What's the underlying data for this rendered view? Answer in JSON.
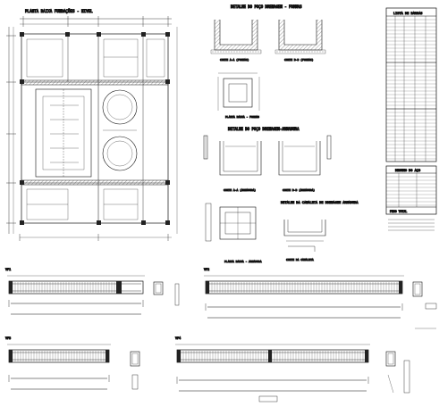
{
  "titles": {
    "plan": "PLANTA BAIXA FUNDAÇÕES - NIVEL",
    "well_forms": "DETALHE DO POÇO DRENAGEM - FORMAS",
    "well_rebar": "DETALHE DO POÇO DRENAGEM-ARMADURA",
    "channel": "DETALHE DA CANALETA DE DRENAGEM ARMADURA",
    "steel_list": "LISTA DE BARRAS",
    "steel_summary": "RESUMO DO AÇO"
  },
  "labels": {
    "cut_a": "CORTE A-A (FORMAS)",
    "cut_b": "CORTE B-B (FORMAS)",
    "plan_forms": "PLANTA BAIXA - FORMAS",
    "cut_a_rebar": "CORTE A-A (ARMADURA)",
    "cut_b_rebar": "CORTE B-B (ARMADURA)",
    "plan_rebar": "PLANTA BAIXA - ARMADURA",
    "channel_cut": "CORTE DA CANALETA",
    "total_weight": "PESO TOTAL"
  },
  "beams": [
    {
      "id": "VF1"
    },
    {
      "id": "VF2"
    },
    {
      "id": "VF3"
    },
    {
      "id": "VF4"
    }
  ],
  "colors": {
    "line": "#111111",
    "hatch": "#555555"
  }
}
